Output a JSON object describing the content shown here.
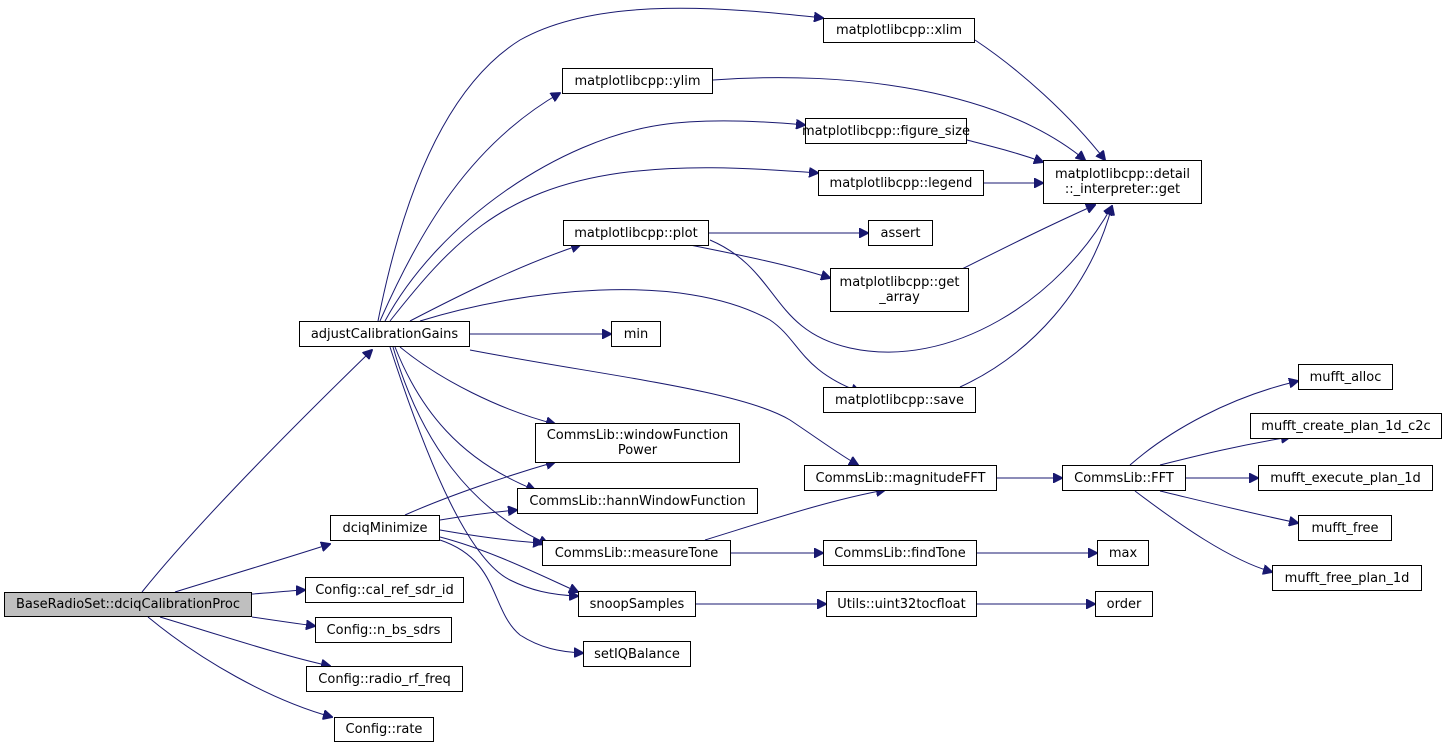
{
  "colors": {
    "edge": "#191970",
    "root_fill": "#bfbfbf",
    "node_fill": "#ffffff",
    "node_border": "#000000"
  },
  "nodes": {
    "root": "BaseRadioSet::dciqCalibrationProc",
    "adjustCalibrationGains": "adjustCalibrationGains",
    "dciqMinimize": "dciqMinimize",
    "cal_ref_sdr_id": "Config::cal_ref_sdr_id",
    "n_bs_sdrs": "Config::n_bs_sdrs",
    "radio_rf_freq": "Config::radio_rf_freq",
    "rate": "Config::rate",
    "xlim": "matplotlibcpp::xlim",
    "ylim": "matplotlibcpp::ylim",
    "figure_size": "matplotlibcpp::figure_size",
    "legend": "matplotlibcpp::legend",
    "plot": "matplotlibcpp::plot",
    "interpreter_get": "matplotlibcpp::detail\n::_interpreter::get",
    "assert": "assert",
    "get_array": "matplotlibcpp::get\n_array",
    "min": "min",
    "save": "matplotlibcpp::save",
    "windowFunctionPower": "CommsLib::windowFunction\nPower",
    "hannWindowFunction": "CommsLib::hannWindowFunction",
    "magnitudeFFT": "CommsLib::magnitudeFFT",
    "measureTone": "CommsLib::measureTone",
    "snoopSamples": "snoopSamples",
    "setIQBalance": "setIQBalance",
    "FFT": "CommsLib::FFT",
    "findTone": "CommsLib::findTone",
    "uint32tocfloat": "Utils::uint32tocfloat",
    "mufft_alloc": "mufft_alloc",
    "mufft_create_plan_1d_c2c": "mufft_create_plan_1d_c2c",
    "mufft_execute_plan_1d": "mufft_execute_plan_1d",
    "mufft_free": "mufft_free",
    "mufft_free_plan_1d": "mufft_free_plan_1d",
    "max": "max",
    "order": "order"
  }
}
